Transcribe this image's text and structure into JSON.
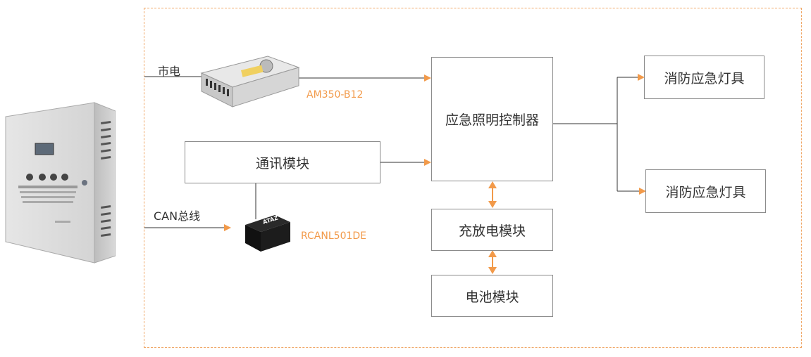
{
  "colors": {
    "accent": "#f29a4a",
    "line": "#333333",
    "border": "#8a8a8a",
    "frame": "#f0a868"
  },
  "inputs": {
    "mains_label": "市电",
    "can_label": "CAN总线"
  },
  "modules": {
    "comm": "通讯模块",
    "controller": "应急照明控制器",
    "charger": "充放电模块",
    "battery": "电池模块",
    "lamp_top": "消防应急灯具",
    "lamp_bottom": "消防应急灯具"
  },
  "parts": {
    "power_supply_model": "AM350-B12",
    "can_module_model": "RCANL501DE",
    "can_module_brand": "ATAZ"
  }
}
